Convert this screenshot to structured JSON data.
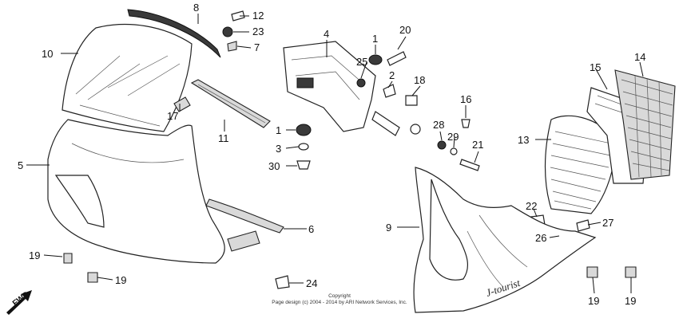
{
  "callouts": {
    "c1a": "1",
    "c1b": "1",
    "c2": "2",
    "c3": "3",
    "c4": "4",
    "c5": "5",
    "c6": "6",
    "c7": "7",
    "c8": "8",
    "c9": "9",
    "c10": "10",
    "c11": "11",
    "c12": "12",
    "c13": "13",
    "c14": "14",
    "c15": "15",
    "c16": "16",
    "c17": "17",
    "c18": "18",
    "c19a": "19",
    "c19b": "19",
    "c19c": "19",
    "c19d": "19",
    "c20": "20",
    "c21": "21",
    "c22": "22",
    "c23": "23",
    "c24": "24",
    "c25": "25",
    "c26": "26",
    "c27": "27",
    "c28": "28",
    "c29": "29",
    "c30": "30"
  },
  "fwd_label": "FWD",
  "copyright": {
    "line1": "Copyright",
    "line2": "Page design (c) 2004 - 2014 by ARI Network Services, Inc."
  },
  "emblem_text": "J-tourist"
}
